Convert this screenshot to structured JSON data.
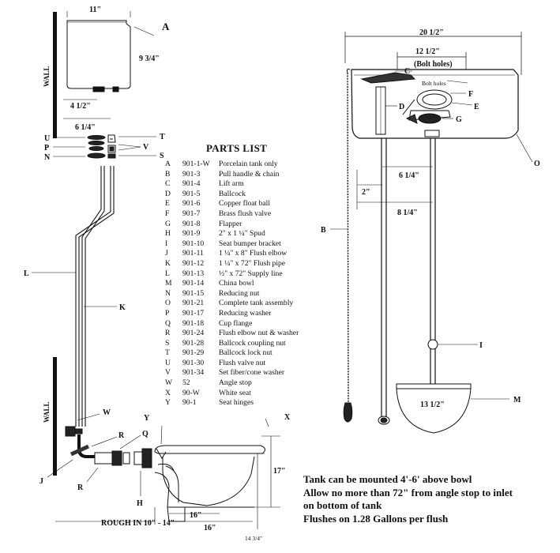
{
  "dimensions": {
    "tank_width": "11\"",
    "tank_height": "9 3/4\"",
    "tank_bottom_inset": "4 1/2\"",
    "tank_depth": "6 1/4\"",
    "assembly_width": "20 1/2\"",
    "bolt_spacing": "12 1/2\"",
    "bolt_note": "(Bolt holes)",
    "bolt_holes_label": "Bolt holes",
    "pipe_offset_1": "6 1/4\"",
    "pipe_offset_2": "2\"",
    "pipe_offset_3": "8 1/4\"",
    "bowl_depth": "13 1/2\"",
    "bowl_height": "17\"",
    "bowl_length_1": "16\"",
    "bowl_length_2": "16\"",
    "bowl_seat_height": "14 3/4\"",
    "rough_in": "ROUGH IN 10\" - 14\"",
    "wall": "WALL"
  },
  "labels": {
    "A": "A",
    "B": "B",
    "C": "C",
    "D": "D",
    "E": "E",
    "F": "F",
    "G": "G",
    "H": "H",
    "I": "I",
    "J": "J",
    "K": "K",
    "L": "L",
    "M": "M",
    "N": "N",
    "O": "O",
    "P": "P",
    "Q": "Q",
    "R": "R",
    "S": "S",
    "T": "T",
    "U": "U",
    "V": "V",
    "W": "W",
    "X": "X",
    "Y": "Y"
  },
  "parts_list": {
    "title": "PARTS LIST",
    "items": [
      {
        "letter": "A",
        "part": "901-1-W",
        "desc": "Porcelain tank only"
      },
      {
        "letter": "B",
        "part": "901-3",
        "desc": "Pull handle & chain"
      },
      {
        "letter": "C",
        "part": "901-4",
        "desc": "Lift arm"
      },
      {
        "letter": "D",
        "part": "901-5",
        "desc": "Ballcock"
      },
      {
        "letter": "E",
        "part": "901-6",
        "desc": "Copper float ball"
      },
      {
        "letter": "F",
        "part": "901-7",
        "desc": "Brass flush valve"
      },
      {
        "letter": "G",
        "part": "901-8",
        "desc": "Flapper"
      },
      {
        "letter": "H",
        "part": "901-9",
        "desc": "2\" x 1 ¼\" Spud"
      },
      {
        "letter": "I",
        "part": "901-10",
        "desc": "Seat bumper bracket"
      },
      {
        "letter": "J",
        "part": "901-11",
        "desc": "1 ¼\" x 8\" Flush elbow"
      },
      {
        "letter": "K",
        "part": "901-12",
        "desc": "1 ¼\" x 72\" Flush pipe"
      },
      {
        "letter": "L",
        "part": "901-13",
        "desc": "½\" x 72\" Supply line"
      },
      {
        "letter": "M",
        "part": "901-14",
        "desc": "China bowl"
      },
      {
        "letter": "N",
        "part": "901-15",
        "desc": "Reducing nut"
      },
      {
        "letter": "O",
        "part": "901-21",
        "desc": "Complete tank assembly"
      },
      {
        "letter": "P",
        "part": "901-17",
        "desc": "Reducing washer"
      },
      {
        "letter": "Q",
        "part": "901-18",
        "desc": "Cup flange"
      },
      {
        "letter": "R",
        "part": "901-24",
        "desc": "Flush elbow nut & washer"
      },
      {
        "letter": "S",
        "part": "901-28",
        "desc": "Ballcock coupling nut"
      },
      {
        "letter": "T",
        "part": "901-29",
        "desc": "Ballcock lock nut"
      },
      {
        "letter": "U",
        "part": "901-30",
        "desc": "Flush valve nut"
      },
      {
        "letter": "V",
        "part": "901-34",
        "desc": "Set fiber/cone washer"
      },
      {
        "letter": "W",
        "part": "52",
        "desc": "Angle stop"
      },
      {
        "letter": "X",
        "part": "90-W",
        "desc": "White seat"
      },
      {
        "letter": "Y",
        "part": "90-1",
        "desc": "Seat hinges"
      }
    ]
  },
  "notes": [
    "Tank can be mounted 4'-6' above bowl",
    "Allow  no more than 72\" from angle stop to inlet",
    "on bottom of tank",
    "Flushes on 1.28 Gallons per flush"
  ]
}
